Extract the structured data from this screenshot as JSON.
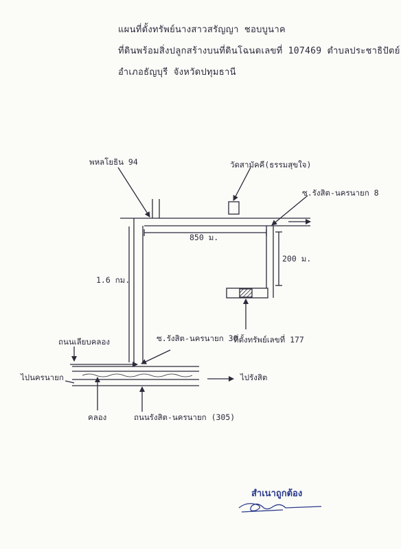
{
  "header": {
    "line1": "แผนที่ตั้งทรัพย์นางสาวสรัญญา ชอบบูนาค",
    "line2": "ที่ดินพร้อมสิ่งปลูกสร้างบนที่ดินโฉนดเลขที่ 107469 ตำบลประชาธิปัตย์",
    "line3": "อำเภอธัญบุรี จังหวัดปทุมธานี"
  },
  "map": {
    "label_soi_phahon": "พหลโยธิน 94",
    "label_temple": "วัดสามัคคี(ธรรมสุขใจ)",
    "label_soi_rangsit_8": "ซ.รังสิต-นครนายก 8",
    "dist_850": "850 ม.",
    "dist_200": "200 ม.",
    "dist_16": "1.6 กม.",
    "label_soi_rangsit_30": "ซ.รังสิต-นครนายก 30",
    "label_property": "ที่ตั้งทรัพย์เลขที่ 177",
    "label_canal_road": "ถนนเลียบคลอง",
    "label_to_nakhon_nayok": "ไปนครนายก",
    "label_to_rangsit": "ไปรังสิต",
    "label_canal": "คลอง",
    "label_main_road": "ถนนรังสิต-นครนายก (305)"
  },
  "certification": {
    "text": "สำเนาถูกต้อง"
  },
  "colors": {
    "ink": "#2a2a3a",
    "certified_ink": "#2a3a8a"
  }
}
